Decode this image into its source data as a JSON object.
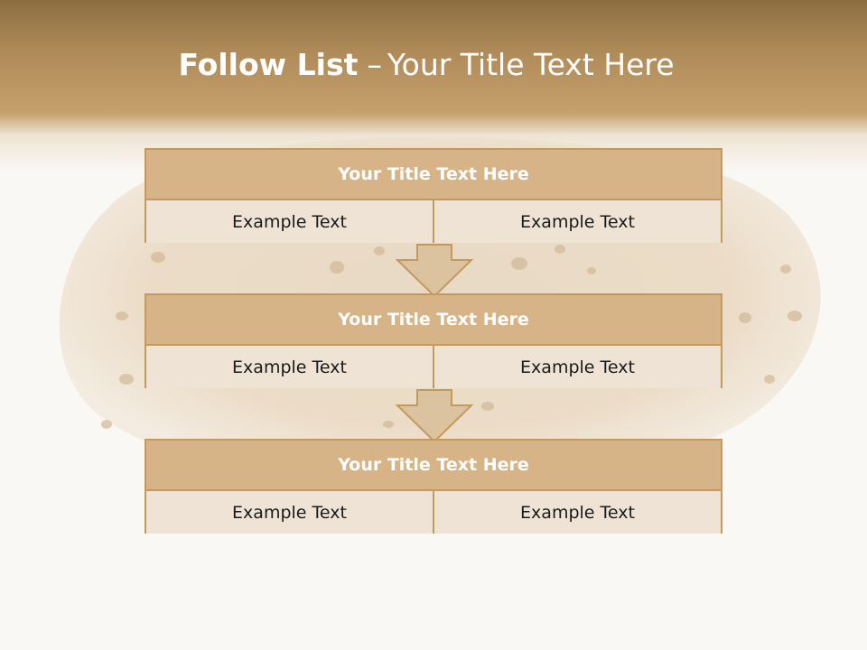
{
  "slide": {
    "title_bold": "Follow List",
    "title_sep": "–",
    "title_rest": "Your Title Text Here"
  },
  "blocks": [
    {
      "title": "Your Title Text Here",
      "cells": [
        "Example Text",
        "Example Text"
      ]
    },
    {
      "title": "Your Title Text Here",
      "cells": [
        "Example Text",
        "Example Text"
      ]
    },
    {
      "title": "Your Title Text Here",
      "cells": [
        "Example Text",
        "Example Text"
      ]
    }
  ],
  "colors": {
    "accent": "#c49a5c",
    "header_fill": "#d6b487",
    "cell_fill": "#efe3d6",
    "banner": "#b08c5a"
  }
}
